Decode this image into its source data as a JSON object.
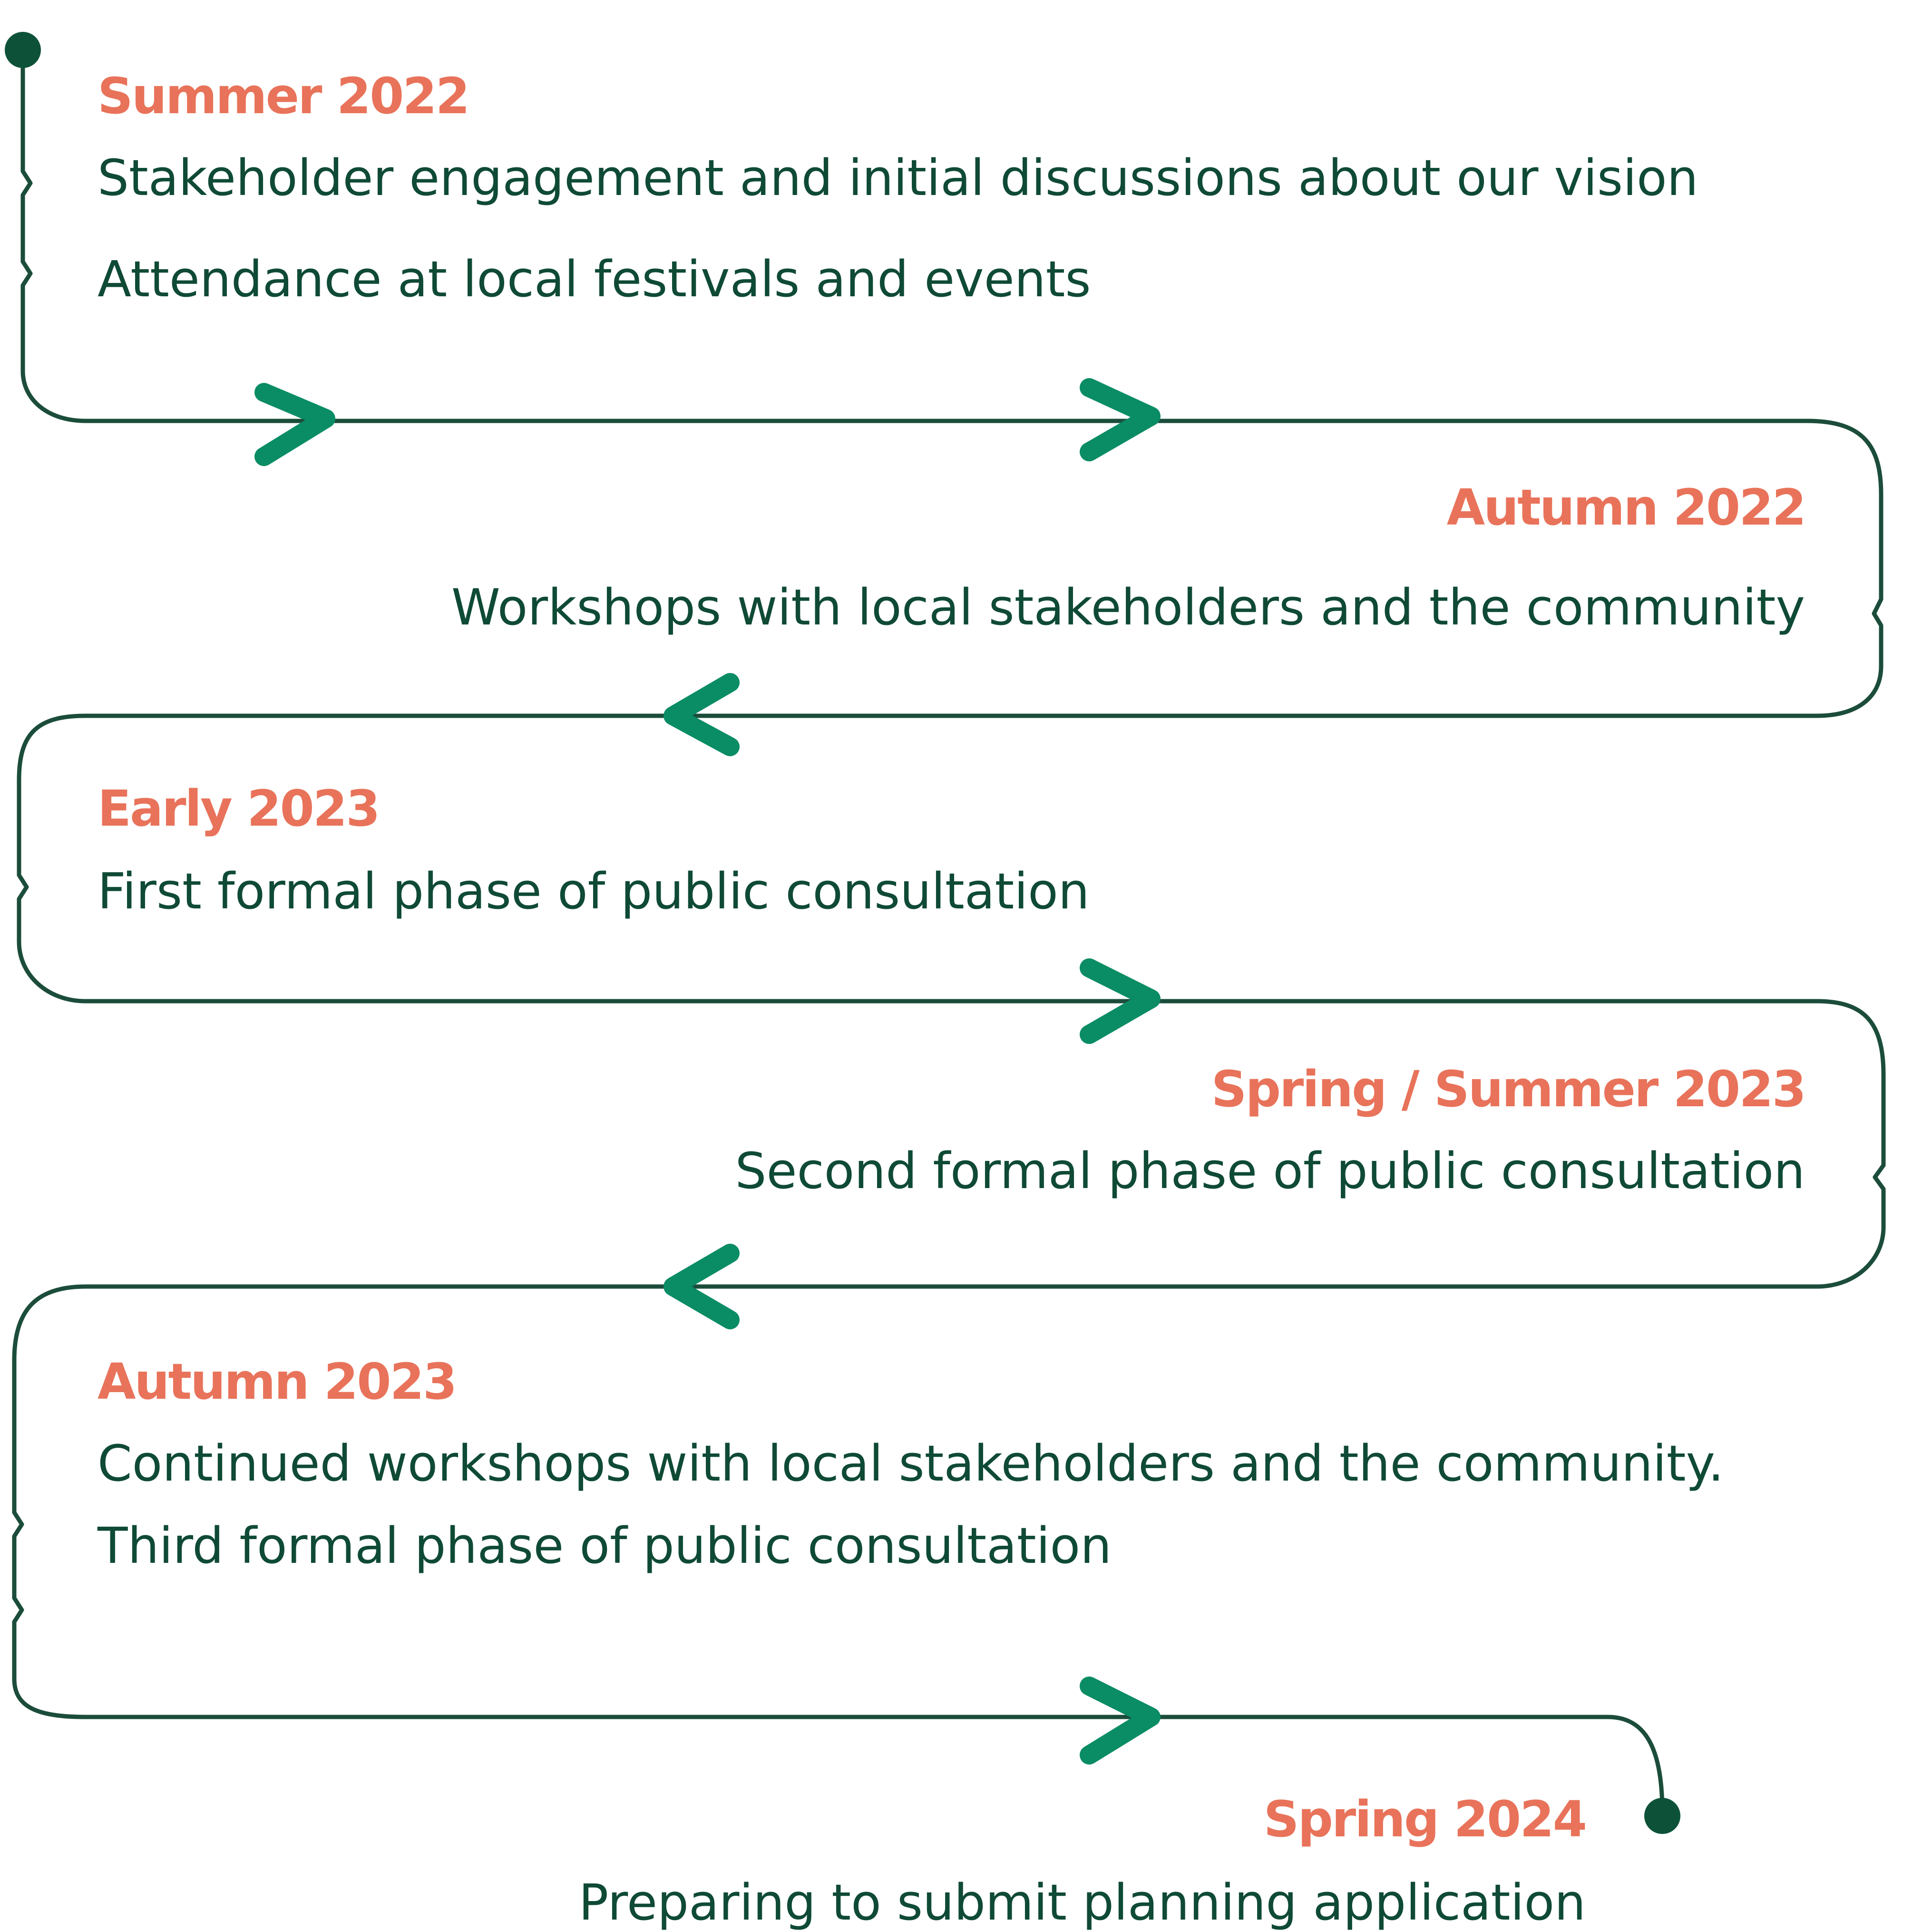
{
  "colors": {
    "heading": "#e8735a",
    "text": "#0f4a35",
    "path": "#1b4d3a",
    "arrow": "#0a8c64",
    "endpoint": "#0d5238"
  },
  "milestones": [
    {
      "heading": "Summer 2022",
      "items": [
        "Stakeholder engagement and initial discussions about our vision",
        "Attendance at local festivals and events"
      ]
    },
    {
      "heading": "Autumn 2022",
      "items": [
        "Workshops with local stakeholders and the community"
      ]
    },
    {
      "heading": "Early 2023",
      "items": [
        "First formal phase of public consultation"
      ]
    },
    {
      "heading": "Spring / Summer 2023",
      "items": [
        "Second formal phase of public consultation"
      ]
    },
    {
      "heading": "Autumn 2023",
      "items": [
        "Continued workshops with local stakeholders and the community.",
        "Third formal phase of public consultation"
      ]
    },
    {
      "heading": "Spring 2024",
      "items": [
        "Preparing to submit planning application"
      ]
    }
  ]
}
